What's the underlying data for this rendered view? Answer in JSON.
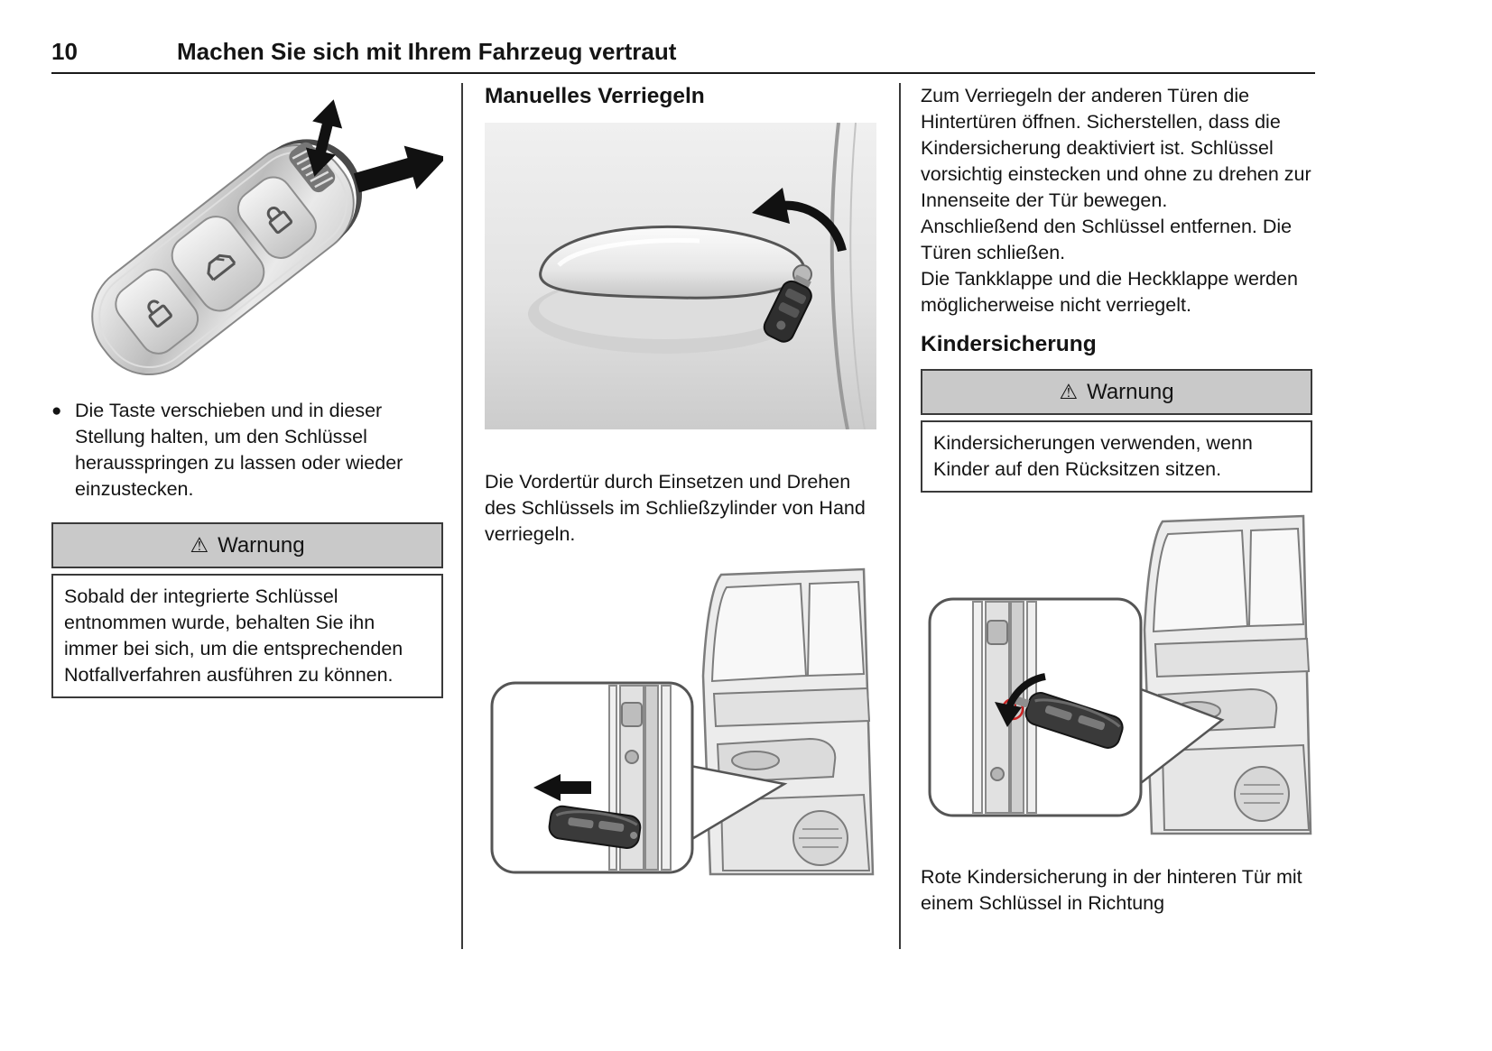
{
  "page": {
    "number": "10",
    "title": "Machen Sie sich mit Ihrem Fahrzeug vertraut"
  },
  "icons": {
    "warning": "⚠",
    "bullet": "●"
  },
  "colors": {
    "warning_header_bg": "#c9c9c9",
    "rule": "#1a1a1a",
    "child_lock_red": "#cc2222"
  },
  "col1": {
    "bullet_text": "Die Taste verschieben und in dieser Stellung halten, um den Schlüssel herausspringen zu lassen oder wieder einzustecken.",
    "warning": {
      "title": "Warnung",
      "body": "Sobald der integrierte Schlüssel entnommen wurde, behalten Sie ihn immer bei sich, um die entsprechenden Notfallverfahren ausführen zu können."
    },
    "figure_alt": "Funkschlüssel mit ausklappbarem Schlüssel und Pfeilen"
  },
  "col2": {
    "heading": "Manuelles Verriegeln",
    "caption": "Die Vordertür durch Einsetzen und Drehen des Schlüssels im Schließzylinder von Hand verriegeln.",
    "figure1_alt": "Türgriff mit Schlüssel im Schließzylinder und Drehpfeil",
    "figure2_alt": "Hintertür mit eingestecktem Schlüssel an der Türkante"
  },
  "col3": {
    "paragraphs": [
      "Zum Verriegeln der anderen Türen die Hintertüren öffnen. Sicherstellen, dass die Kindersicherung deaktiviert ist. Schlüssel vorsichtig einstecken und ohne zu drehen zur Innenseite der Tür bewegen.",
      "Anschließend den Schlüssel entfernen. Die Türen schließen.",
      "Die Tankklappe und die Heckklappe werden möglicherweise nicht verriegelt.",
      ""
    ],
    "heading": "Kindersicherung",
    "warning": {
      "title": "Warnung",
      "body": "Kindersicherungen verwenden, wenn Kinder auf den Rücksitzen sitzen."
    },
    "caption": "Rote Kindersicherung in der hinteren Tür mit einem Schlüssel in Richtung",
    "figure_alt": "Hintertür mit Schlüssel an der roten Kindersicherung und Drehpfeil"
  }
}
